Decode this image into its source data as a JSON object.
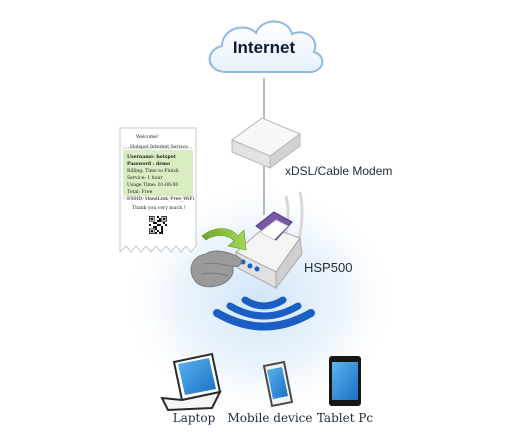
{
  "network": {
    "internet_label": "Internet",
    "modem_label": "xDSL/Cable Modem",
    "printer_label": "HSP500"
  },
  "receipt": {
    "lines": [
      "Welcome!",
      "Hotspot Internet Service",
      "Username: hotspot",
      "Password : demo",
      "Billing: Time to Finish",
      "Service: 1 hour",
      "Usage Time: 01:00:00",
      "Total: Free",
      "ESSID: HandLink_Free_WiFi",
      "Thank you very much !"
    ]
  },
  "devices": [
    {
      "label": "Laptop"
    },
    {
      "label": "Mobile device"
    },
    {
      "label": "Tablet Pc"
    }
  ],
  "colors": {
    "wifi_blue": "#1c5fc4",
    "glow_blue": "#cfe4f8",
    "cloud_fill": "#ffffff",
    "cloud_stroke": "#8fb8e6",
    "receipt_highlight": "#d9ecc2",
    "arrow_green": "#8cc63f"
  },
  "icons": [
    "cloud-icon",
    "modem-icon",
    "printer-icon",
    "hand-icon",
    "arrow-icon",
    "qr-code-icon",
    "laptop-icon",
    "phone-icon",
    "tablet-icon",
    "wifi-signal-icon"
  ]
}
